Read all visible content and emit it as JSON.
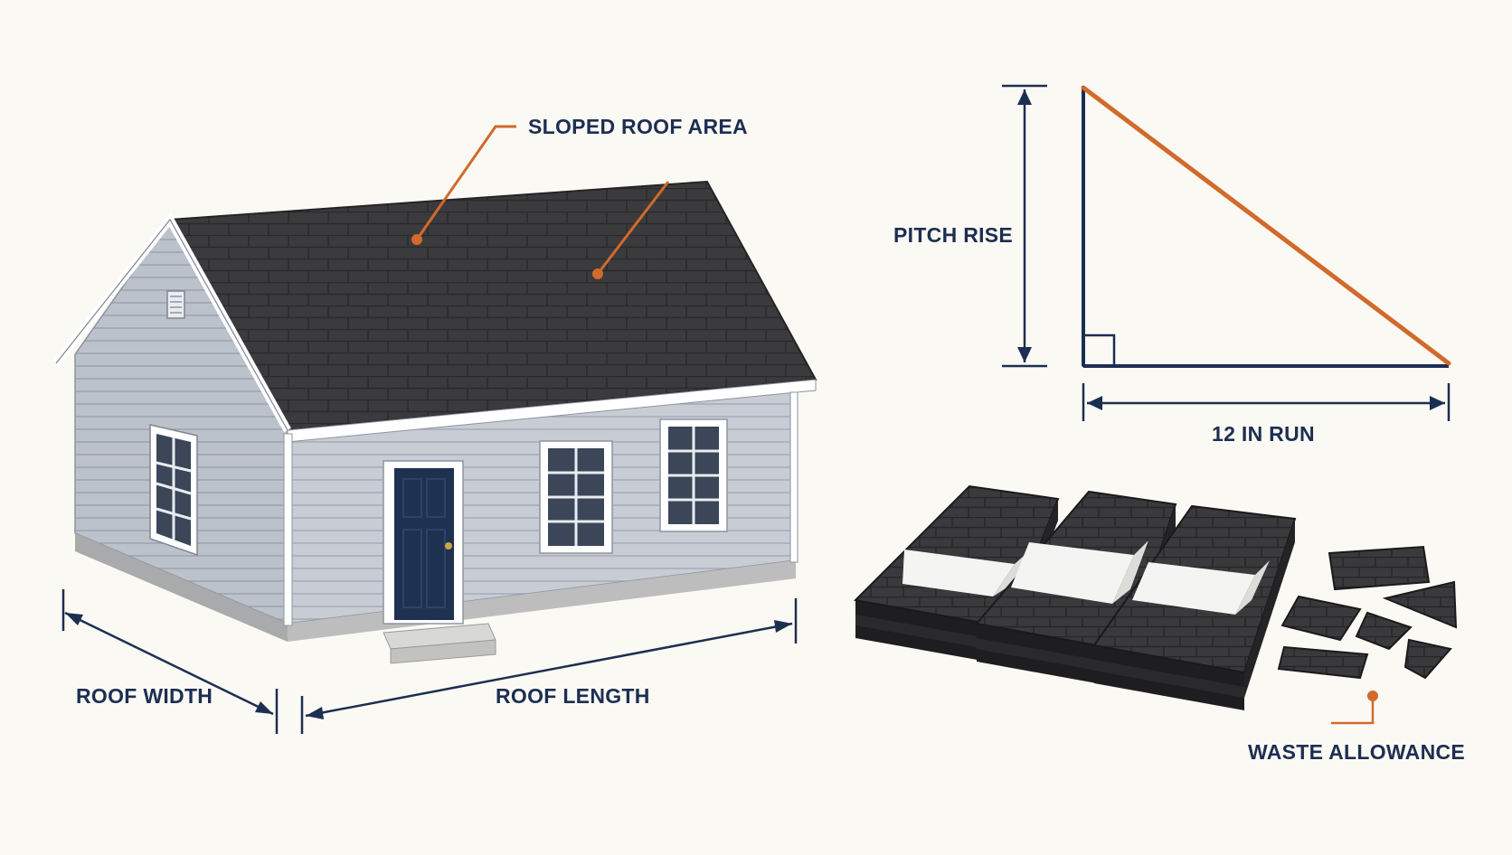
{
  "labels": {
    "sloped_roof_area": "SLOPED ROOF AREA",
    "pitch_rise": "PITCH RISE",
    "run": "12 IN RUN",
    "roof_width": "ROOF WIDTH",
    "roof_length": "ROOF LENGTH",
    "waste_allowance": "WASTE ALLOWANCE"
  },
  "colors": {
    "background": "#fbf9f3",
    "navy": "#1c2e52",
    "accent_orange": "#d16a2c",
    "roof_shingle": "#3b3b3d",
    "siding": "#c5cad3",
    "trim": "#ffffff",
    "door": "#1e3150",
    "foundation": "#b8b8b8"
  },
  "icons": {
    "house": "house-illustration",
    "triangle": "right-triangle-pitch-diagram",
    "bundles": "shingle-bundle-stack",
    "scraps": "shingle-scrap-pieces"
  }
}
